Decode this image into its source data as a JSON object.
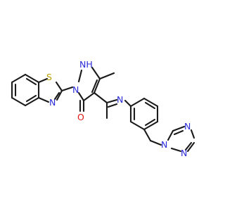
{
  "colors": {
    "bond": "#1a1a1a",
    "carbon": "#1a1a1a",
    "nitrogen": "#2b2bd9",
    "oxygen": "#e01515",
    "sulfur": "#b8a000",
    "background": "#ffffff"
  },
  "molecule": {
    "atoms": {
      "s_thiazole": "S",
      "n_thiazole": "N",
      "n_pyrazole_1": "N",
      "nh_pyrazole_2": "NH",
      "o_carbonyl": "O",
      "n_imine": "N",
      "n_triazole_1": "N",
      "n_triazole_2": "N",
      "n_triazole_4": "N"
    }
  }
}
